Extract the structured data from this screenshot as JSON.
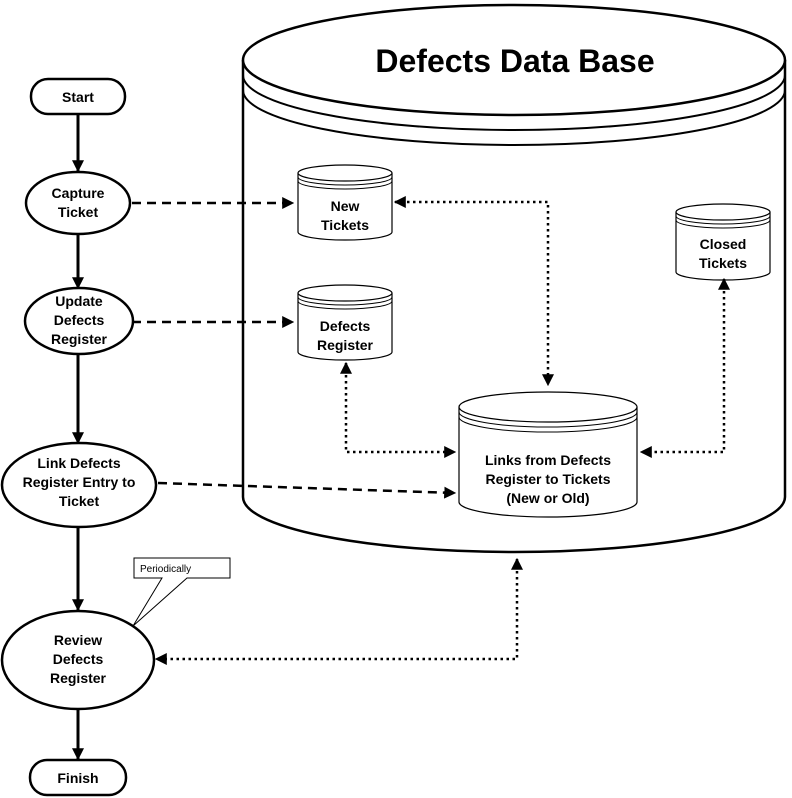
{
  "database": {
    "title": "Defects Data Base"
  },
  "flow": {
    "start": "Start",
    "capture": [
      "Capture",
      "Ticket"
    ],
    "update": [
      "Update",
      "Defects",
      "Register"
    ],
    "link": [
      "Link Defects",
      "Register Entry to",
      "Ticket"
    ],
    "review": [
      "Review",
      "Defects",
      "Register"
    ],
    "finish": "Finish"
  },
  "stores": {
    "new_tickets": [
      "New",
      "Tickets"
    ],
    "defects_register": [
      "Defects",
      "Register"
    ],
    "closed_tickets": [
      "Closed",
      "Tickets"
    ],
    "links": [
      "Links from Defects",
      "Register to Tickets",
      "(New or Old)"
    ]
  },
  "callout": {
    "text": "Periodically"
  }
}
